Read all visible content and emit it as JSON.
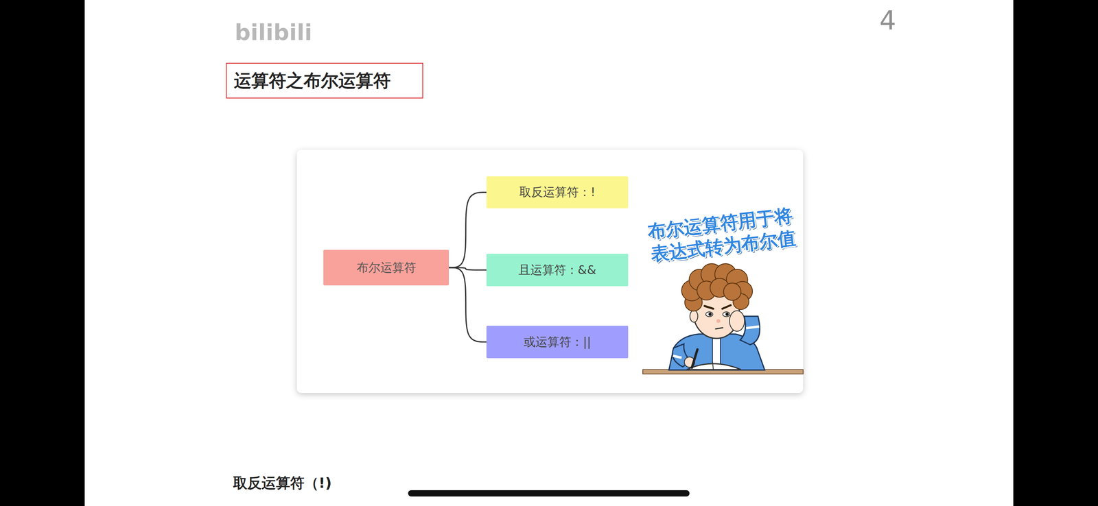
{
  "diagram": {
    "title": "运算符之布尔运算符",
    "nodes": [
      {
        "text": [
          "布尔运算符"
        ]
      },
      {
        "text": [
          "取反运算符：!"
        ]
      },
      {
        "text": [
          "且运算符：&&"
        ]
      },
      {
        "text": [
          "或运算符：||"
        ]
      }
    ],
    "edges": [
      {
        "from": 0,
        "to": 1,
        "arrow": "none"
      },
      {
        "from": 0,
        "to": 2,
        "arrow": "none"
      },
      {
        "from": 0,
        "to": 3,
        "arrow": "none"
      }
    ],
    "labels": [
      "bilibili",
      "4",
      "布尔运算符用于将",
      "表达式转为布尔值",
      "取反运算符（!)"
    ]
  }
}
